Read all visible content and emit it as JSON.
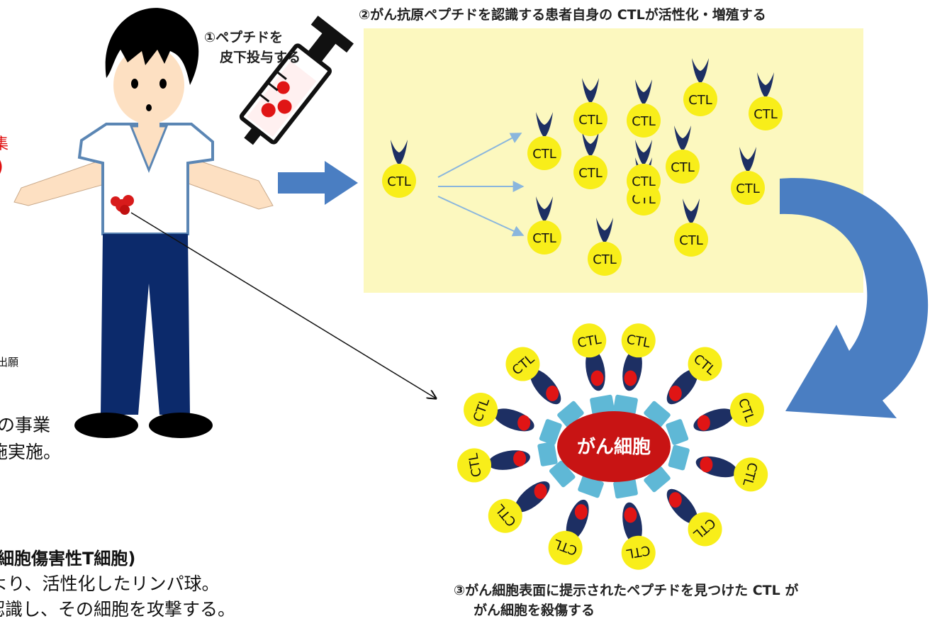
{
  "step1": {
    "line1": "①ペプチドを",
    "line2": "皮下投与する"
  },
  "step2": {
    "title": "②がん抗原ペプチドを認識する患者自身の CTLが活性化・増殖する"
  },
  "step3": {
    "line1": "③がん細胞表面に提示されたペプチドを見つけた CTL が",
    "line2": "がん細胞を殺傷する"
  },
  "cell_label": "CTL",
  "cancer_label": "がん細胞",
  "left_fragments": {
    "red1": "集",
    "red2": ")",
    "small": "出願",
    "line_a": "の事業",
    "line_b": "施実施。",
    "heading": "細胞傷害性T細胞)",
    "desc1": "より、活性化したリンパ球。",
    "desc2": "認識し、その細胞を攻撃する。"
  },
  "colors": {
    "panel": "#fcf8bf",
    "cell": "#f8ee1a",
    "receptor": "#1d2f63",
    "arrow_blue": "#4a7ec2",
    "cancer": "#c81414",
    "antigen": "#5fb8d6",
    "pants": "#0c2a6b"
  }
}
